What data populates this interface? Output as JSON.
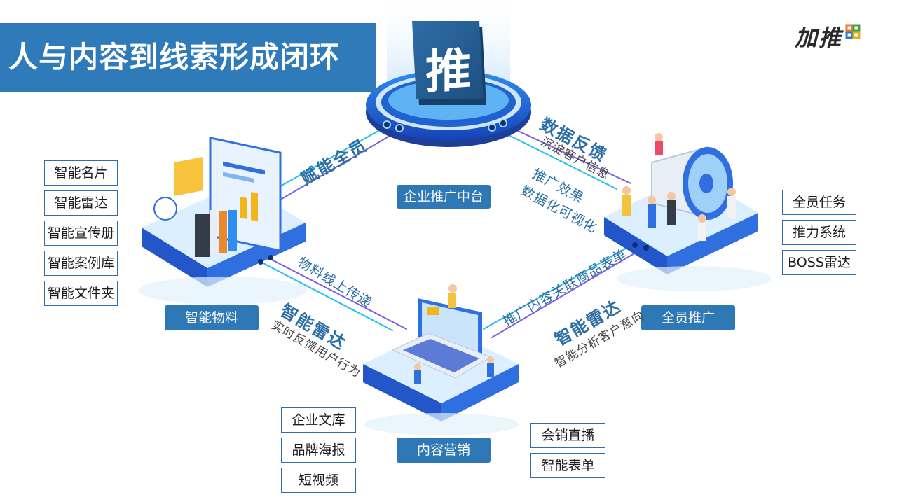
{
  "title": "人与内容到线索形成闭环",
  "logo": {
    "text": "加推"
  },
  "center": {
    "glyph": "推",
    "label": "企业推广中台"
  },
  "nodes": {
    "left": {
      "label": "智能物料",
      "tags": [
        "智能名片",
        "智能雷达",
        "智能宣传册",
        "智能案例库",
        "智能文件夹"
      ]
    },
    "right": {
      "label": "全员推广",
      "tags": [
        "全员任务",
        "推力系统",
        "BOSS雷达"
      ]
    },
    "bottom": {
      "label": "内容营销",
      "tags_left": [
        "企业文库",
        "品牌海报",
        "短视频"
      ],
      "tags_right": [
        "会销直播",
        "智能表单"
      ]
    }
  },
  "flows": {
    "top_left": "赋能全员",
    "top_right_main": "数据反馈",
    "top_right_sub": "沉淀客户信息",
    "top_right_mid_1": "推广效果",
    "top_right_mid_2": "数据化可视化",
    "bottom_left_upper": "物料线上传递",
    "bottom_left_main": "智能雷达",
    "bottom_left_sub": "实时反馈用户行为",
    "bottom_right_upper": "推广内容关联商品表单",
    "bottom_right_main": "智能雷达",
    "bottom_right_sub": "智能分析客户意向"
  },
  "colors": {
    "brand_blue": "#2e78b5",
    "title_band": "#2f7ab8",
    "platform_top": "#d7ecfb",
    "platform_side": "#2f6fe0",
    "line_cyan": "#22c1e8",
    "line_purple": "#7b5fe0"
  }
}
